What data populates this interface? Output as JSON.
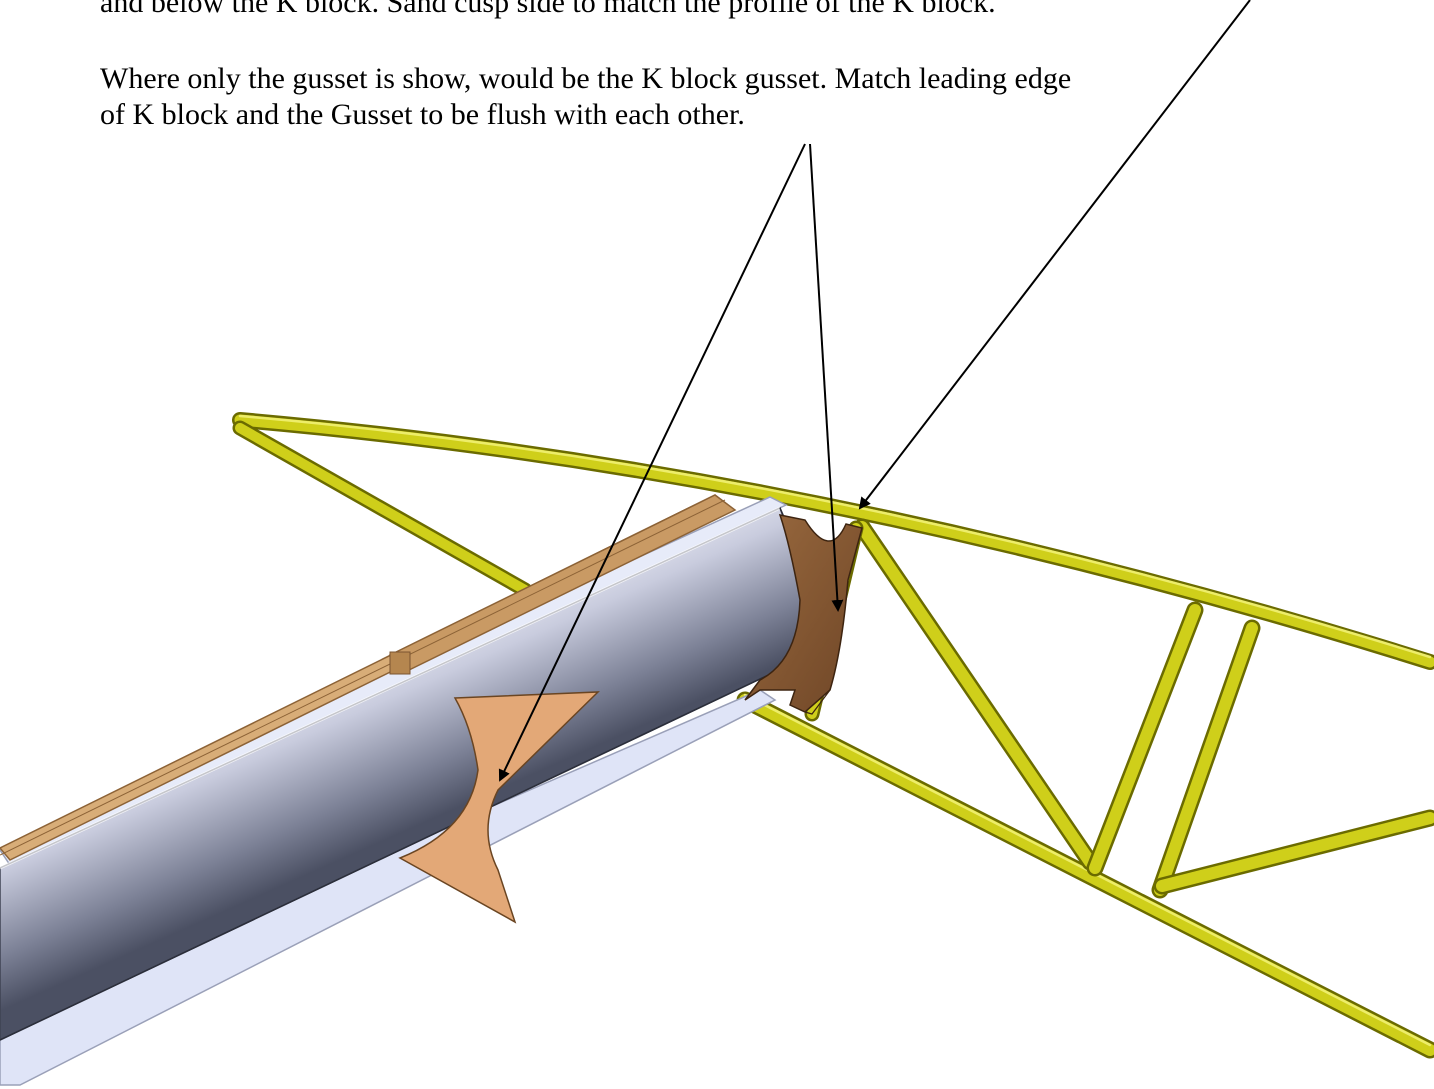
{
  "text": {
    "line_1": "and below the K block. Sand cusp side to match the profile of the K block.",
    "line_2": "Where only the gusset is show, would be the K block gusset. Match leading edge",
    "line_3": "of  K block and the Gusset to be flush with each other."
  },
  "colors": {
    "truss_yellow": "#cfcf1a",
    "truss_dark": "#6b6b00",
    "truss_light": "#eded6a",
    "tube_mid": "#b9bdd4",
    "tube_dark": "#4e5366",
    "tube_light": "#f2f3fa",
    "gusset": "#e3a877",
    "k_block": "#8a5a35",
    "rail_wood": "#c99a64",
    "angle_light": "#dfe4f7",
    "arrow": "#000000"
  }
}
